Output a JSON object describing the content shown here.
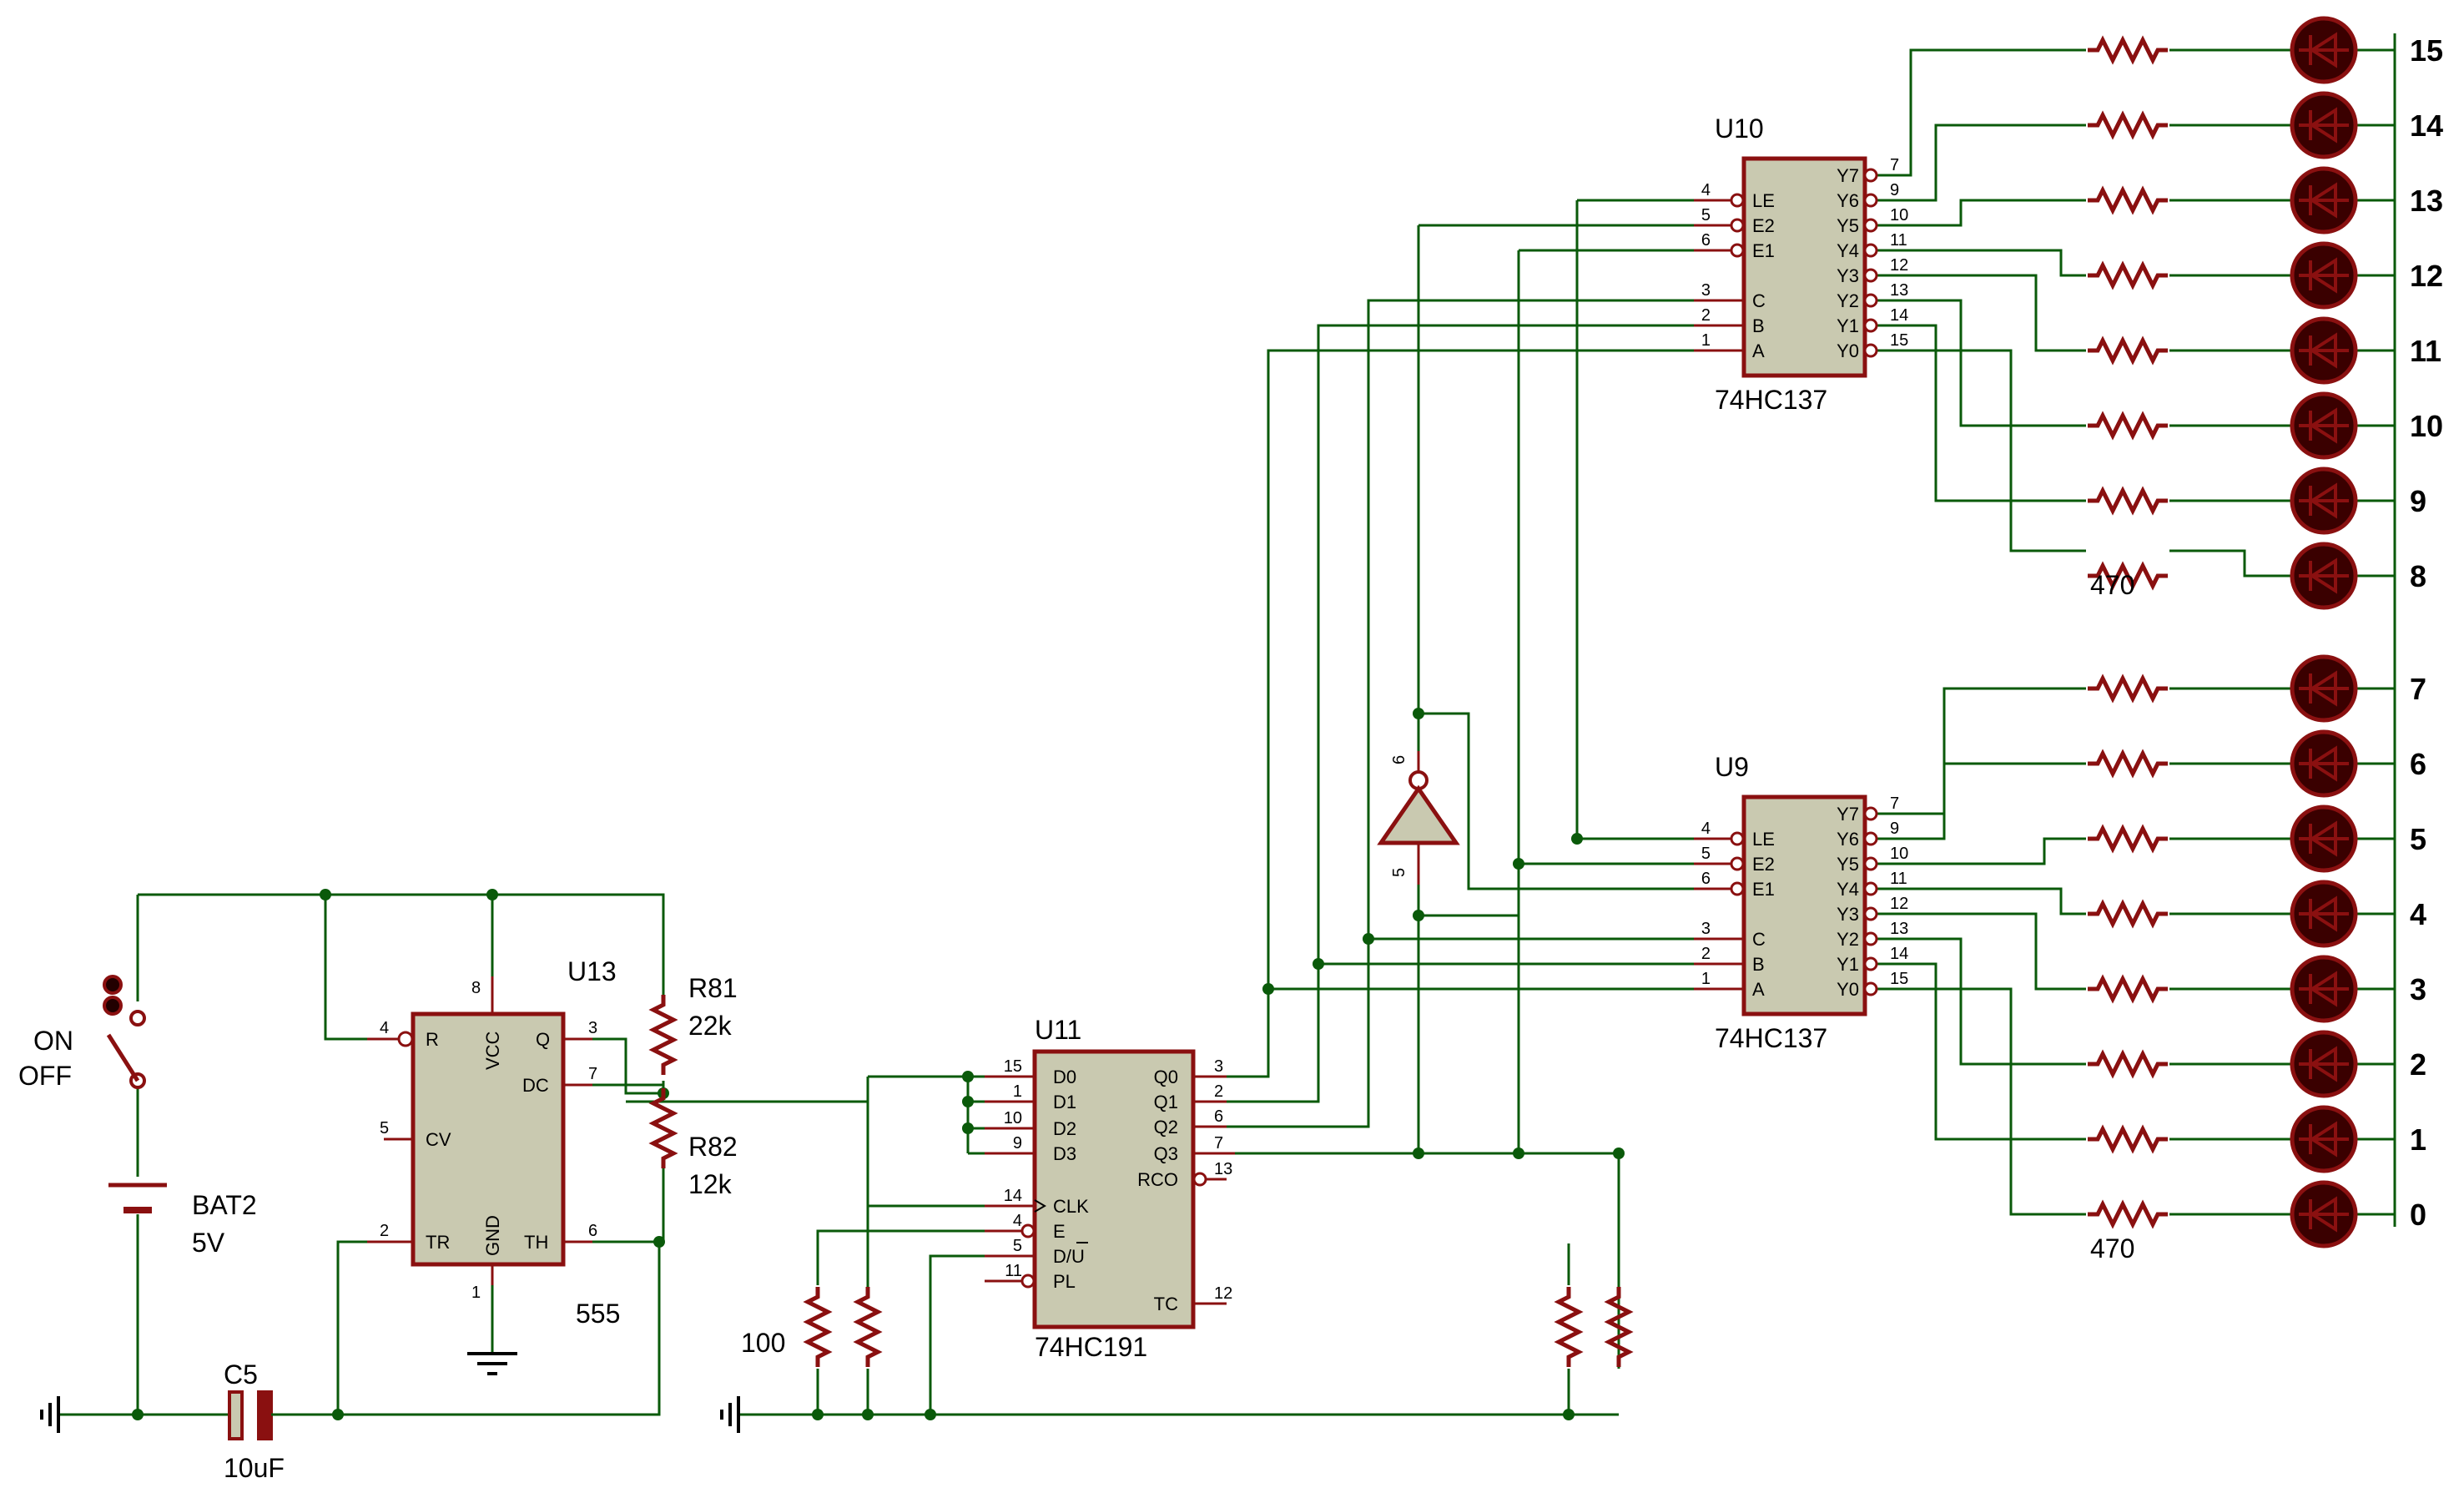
{
  "components": {
    "u13": {
      "ref": "U13",
      "value": "555",
      "pins": {
        "r": "R",
        "vcc": "VCC",
        "q": "Q",
        "dc": "DC",
        "cv": "CV",
        "tr": "TR",
        "gnd": "GND",
        "th": "TH"
      },
      "pin_nums": {
        "r": "4",
        "vcc": "8",
        "q": "3",
        "dc": "7",
        "cv": "5",
        "tr": "2",
        "gnd": "1",
        "th": "6"
      }
    },
    "u11": {
      "ref": "U11",
      "value": "74HC191",
      "left_pins": [
        {
          "num": "15",
          "name": "D0"
        },
        {
          "num": "1",
          "name": "D1"
        },
        {
          "num": "10",
          "name": "D2"
        },
        {
          "num": "9",
          "name": "D3"
        },
        {
          "num": "14",
          "name": "CLK"
        },
        {
          "num": "4",
          "name": "E"
        },
        {
          "num": "5",
          "name": "D/U"
        },
        {
          "num": "11",
          "name": "PL"
        }
      ],
      "right_pins": [
        {
          "num": "3",
          "name": "Q0"
        },
        {
          "num": "2",
          "name": "Q1"
        },
        {
          "num": "6",
          "name": "Q2"
        },
        {
          "num": "7",
          "name": "Q3"
        },
        {
          "num": "13",
          "name": "RCO"
        },
        {
          "num": "12",
          "name": "TC"
        }
      ]
    },
    "u10": {
      "ref": "U10",
      "value": "74HC137",
      "left_pins": [
        {
          "num": "4",
          "name": "LE"
        },
        {
          "num": "5",
          "name": "E2"
        },
        {
          "num": "6",
          "name": "E1"
        },
        {
          "num": "3",
          "name": "C"
        },
        {
          "num": "2",
          "name": "B"
        },
        {
          "num": "1",
          "name": "A"
        }
      ],
      "right_pins": [
        {
          "num": "7",
          "name": "Y7"
        },
        {
          "num": "9",
          "name": "Y6"
        },
        {
          "num": "10",
          "name": "Y5"
        },
        {
          "num": "11",
          "name": "Y4"
        },
        {
          "num": "12",
          "name": "Y3"
        },
        {
          "num": "13",
          "name": "Y2"
        },
        {
          "num": "14",
          "name": "Y1"
        },
        {
          "num": "15",
          "name": "Y0"
        }
      ]
    },
    "u9": {
      "ref": "U9",
      "value": "74HC137",
      "left_pins": [
        {
          "num": "4",
          "name": "LE"
        },
        {
          "num": "5",
          "name": "E2"
        },
        {
          "num": "6",
          "name": "E1"
        },
        {
          "num": "3",
          "name": "C"
        },
        {
          "num": "2",
          "name": "B"
        },
        {
          "num": "1",
          "name": "A"
        }
      ],
      "right_pins": [
        {
          "num": "7",
          "name": "Y7"
        },
        {
          "num": "9",
          "name": "Y6"
        },
        {
          "num": "10",
          "name": "Y5"
        },
        {
          "num": "11",
          "name": "Y4"
        },
        {
          "num": "12",
          "name": "Y3"
        },
        {
          "num": "13",
          "name": "Y2"
        },
        {
          "num": "14",
          "name": "Y1"
        },
        {
          "num": "15",
          "name": "Y0"
        }
      ]
    },
    "r81": {
      "ref": "R81",
      "value": "22k"
    },
    "r82": {
      "ref": "R82",
      "value": "12k"
    },
    "c5": {
      "ref": "C5",
      "value": "10uF"
    },
    "bat2": {
      "ref": "BAT2",
      "value": "5V"
    },
    "switch": {
      "on": "ON",
      "off": "OFF"
    },
    "inverter": {
      "pin_in": "5",
      "pin_out": "6"
    },
    "pulldown": {
      "value": "100"
    },
    "led_resistor": {
      "value": "470"
    }
  },
  "led_labels_upper": [
    "15",
    "14",
    "13",
    "12",
    "11",
    "10",
    "9",
    "8"
  ],
  "led_labels_lower": [
    "7",
    "6",
    "5",
    "4",
    "3",
    "2",
    "1",
    "0"
  ]
}
